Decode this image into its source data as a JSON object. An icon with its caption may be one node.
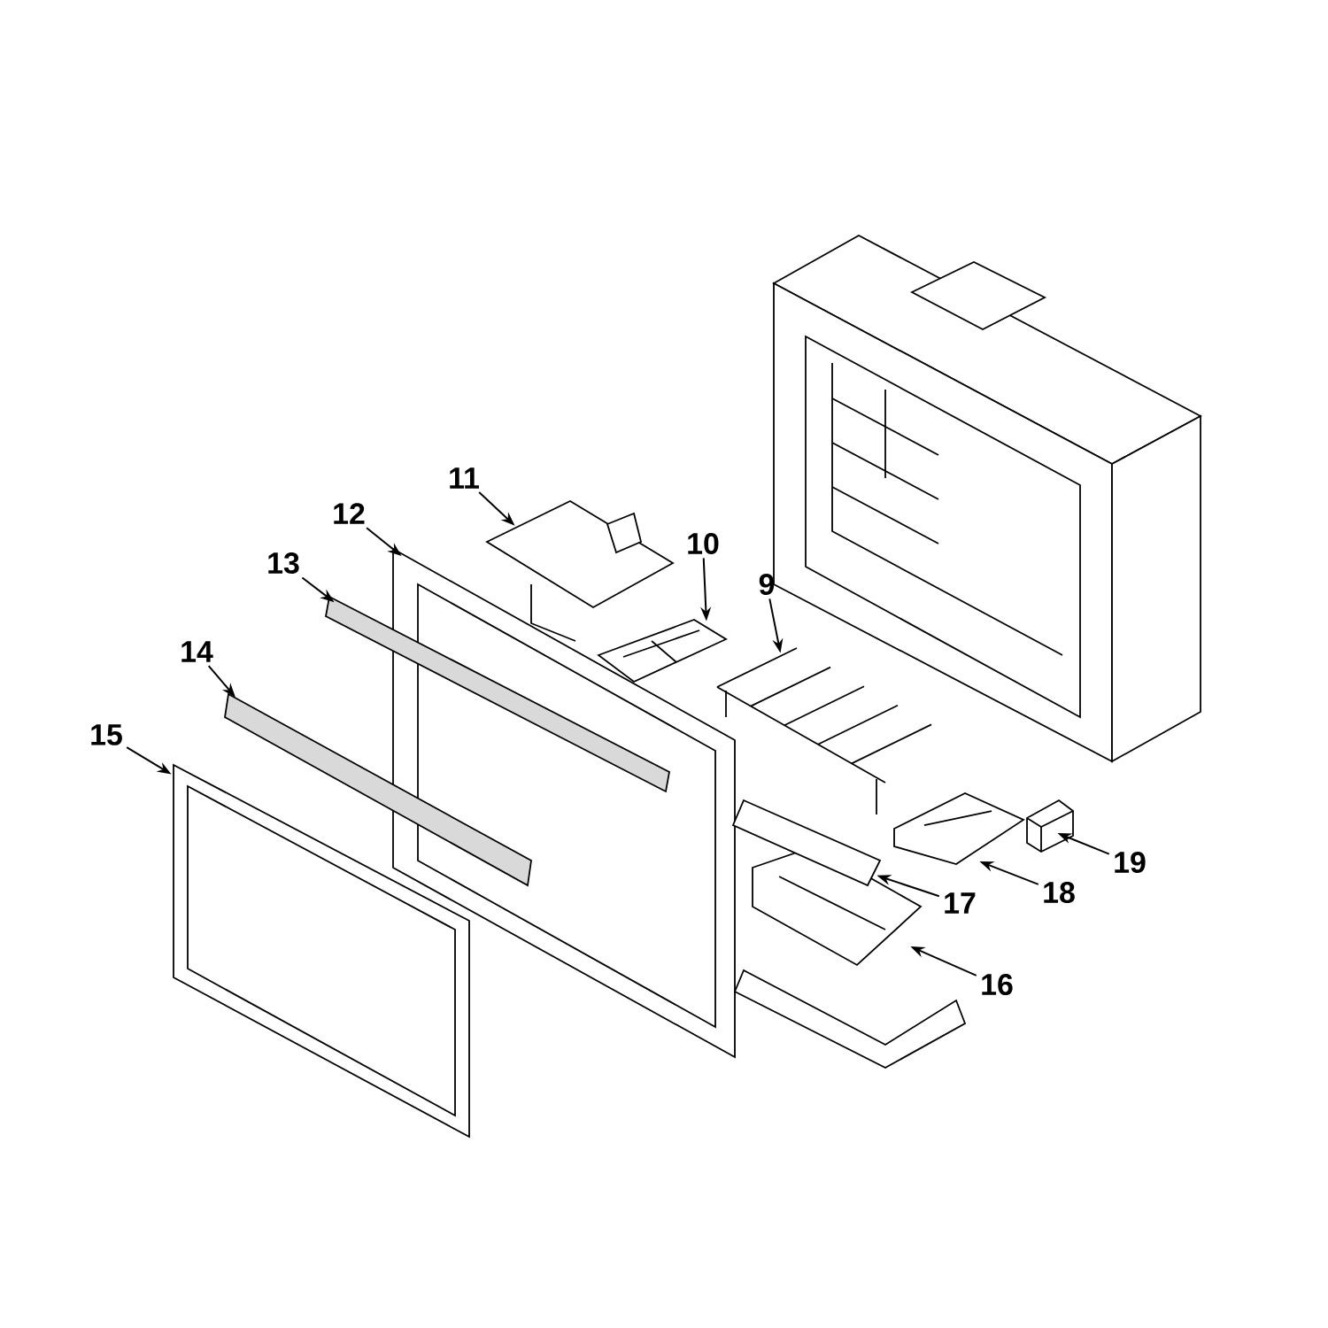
{
  "diagram": {
    "nodes": [
      {
        "text": [
          "9"
        ]
      },
      {
        "text": [],
        "shape": "picture"
      },
      {
        "text": [
          "10"
        ]
      },
      {
        "text": [],
        "shape": "picture"
      },
      {
        "text": [
          "11"
        ]
      },
      {
        "text": [],
        "shape": "picture"
      },
      {
        "text": [
          "12"
        ]
      },
      {
        "text": [],
        "shape": "picture"
      },
      {
        "text": [
          "13"
        ]
      },
      {
        "text": [],
        "shape": "bar"
      },
      {
        "text": [
          "14"
        ]
      },
      {
        "text": [],
        "shape": "bar"
      },
      {
        "text": [
          "15"
        ]
      },
      {
        "text": [],
        "shape": "picture"
      },
      {
        "text": [
          "16"
        ]
      },
      {
        "text": [],
        "shape": "picture"
      },
      {
        "text": [
          "17"
        ]
      },
      {
        "text": [],
        "shape": "picture"
      },
      {
        "text": [
          "18"
        ]
      },
      {
        "text": [],
        "shape": "picture"
      },
      {
        "text": [
          "19"
        ]
      },
      {
        "text": [],
        "shape": "picture"
      }
    ],
    "edges": [
      {
        "from": 0,
        "to": 1,
        "arrow": "to"
      },
      {
        "from": 2,
        "to": 3,
        "arrow": "to"
      },
      {
        "from": 4,
        "to": 5,
        "arrow": "to"
      },
      {
        "from": 6,
        "to": 7,
        "arrow": "to"
      },
      {
        "from": 8,
        "to": 9,
        "arrow": "to"
      },
      {
        "from": 10,
        "to": 11,
        "arrow": "to"
      },
      {
        "from": 12,
        "to": 13,
        "arrow": "to"
      },
      {
        "from": 14,
        "to": 15,
        "arrow": "to"
      },
      {
        "from": 16,
        "to": 17,
        "arrow": "to"
      },
      {
        "from": 18,
        "to": 19,
        "arrow": "to"
      },
      {
        "from": 20,
        "to": 21,
        "arrow": "to"
      }
    ]
  }
}
